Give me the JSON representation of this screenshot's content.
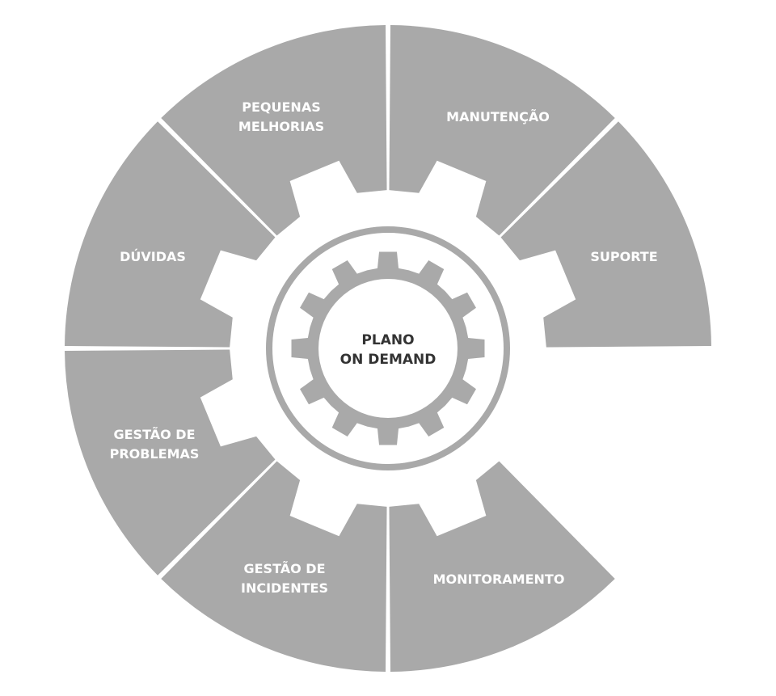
{
  "colors": {
    "segment_fill": "#a9a9a9",
    "segment_text": "#ffffff",
    "background": "#ffffff",
    "inner_gear_fill": "#a9a9a9",
    "center_text": "#333333"
  },
  "center": {
    "line1": "PLANO",
    "line2": "ON DEMAND"
  },
  "segments": [
    {
      "id": "suporte",
      "lines": [
        "SUPORTE"
      ]
    },
    {
      "id": "manutencao",
      "lines": [
        "MANUTENÇÃO"
      ]
    },
    {
      "id": "pequenas-melhorias",
      "lines": [
        "PEQUENAS",
        "MELHORIAS"
      ]
    },
    {
      "id": "duvidas",
      "lines": [
        "DÚVIDAS"
      ]
    },
    {
      "id": "gestao-de-problemas",
      "lines": [
        "GESTÃO DE",
        "PROBLEMAS"
      ]
    },
    {
      "id": "gestao-de-incidentes",
      "lines": [
        "GESTÃO DE",
        "INCIDENTES"
      ]
    },
    {
      "id": "monitoramento",
      "lines": [
        "MONITORAMENTO"
      ]
    }
  ]
}
